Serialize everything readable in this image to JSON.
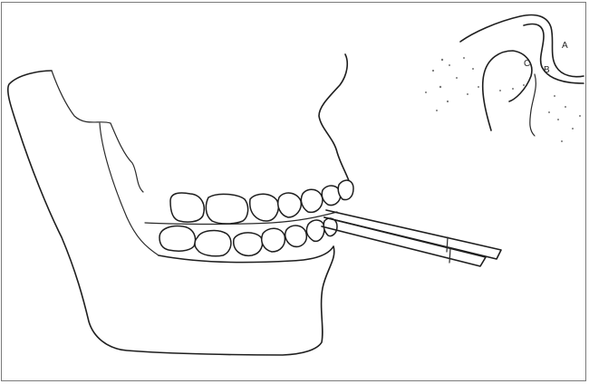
{
  "labels": {
    "a": "A",
    "b": "B",
    "c": "C"
  },
  "colors": {
    "line": "#1e1e1e",
    "background": "#ffffff",
    "border": "#7a7a7a"
  }
}
